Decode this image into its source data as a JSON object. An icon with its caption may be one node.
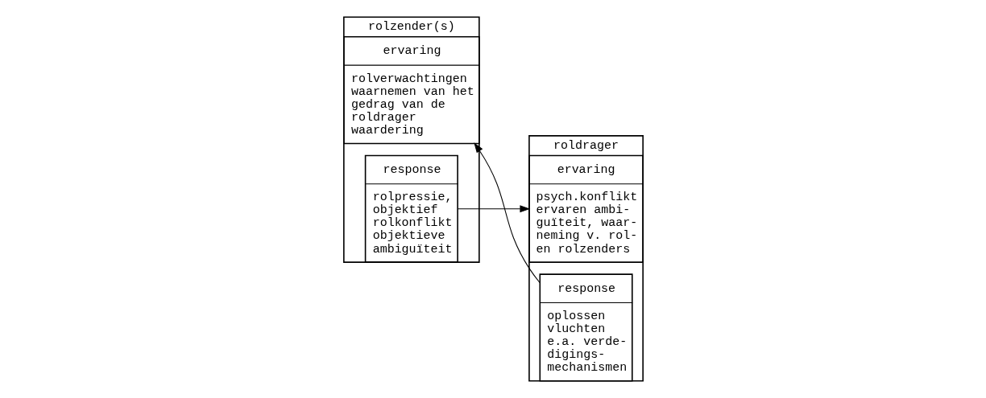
{
  "diagram": {
    "nodes": [
      {
        "text": [
          "rolzender(s)"
        ]
      },
      {
        "text": [
          "ervaring",
          "rolverwachtingen waarnemen van het gedrag van de roldrager waardering"
        ],
        "in": 0
      },
      {
        "text": [
          "response",
          "rolpressie, objektief rolkonflikt objektieve ambiguïteit"
        ],
        "in": 0
      },
      {
        "text": [
          "roldrager"
        ]
      },
      {
        "text": [
          "ervaring",
          "psych.konflikt ervaren ambi- guïteit, waar- neming v. rol- en rolzenders"
        ],
        "in": 3
      },
      {
        "text": [
          "response",
          "oplossen vluchten e.a. verde- digings- mechanismen"
        ],
        "in": 3
      }
    ],
    "edges": [
      {
        "from": 2,
        "to": 4,
        "arrow": "to"
      },
      {
        "from": 5,
        "to": 1,
        "arrow": "to"
      }
    ]
  }
}
